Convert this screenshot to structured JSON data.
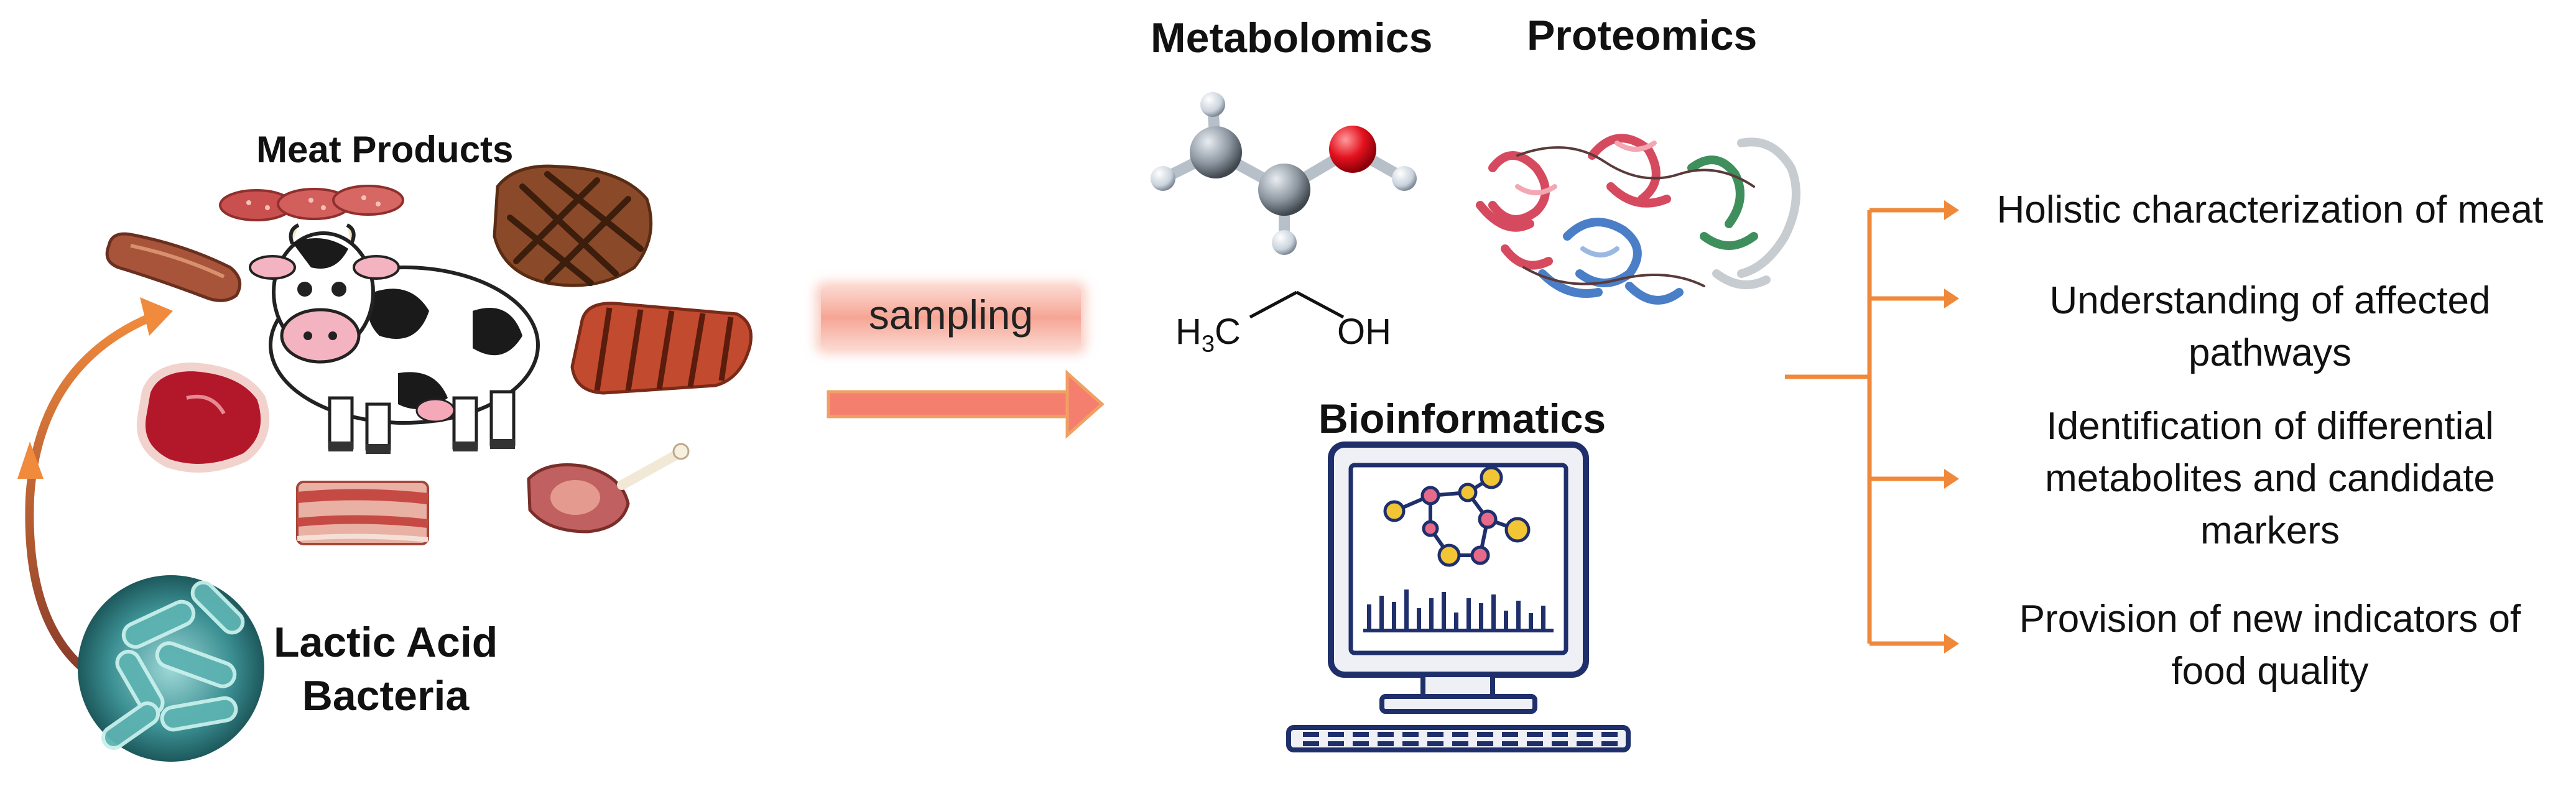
{
  "labels": {
    "metabolomics": "Metabolomics",
    "proteomics": "Proteomics",
    "meat_products": "Meat Products",
    "lab_line1": "Lactic Acid",
    "lab_line2": "Bacteria",
    "sampling": "sampling",
    "bioinformatics": "Bioinformatics"
  },
  "formula": {
    "h": "H",
    "sub": "3",
    "c": "C",
    "oh": "OH"
  },
  "outcomes": [
    {
      "line1": "Holistic characterization of meat",
      "line2": "",
      "line3": ""
    },
    {
      "line1": "Understanding of affected",
      "line2": "pathways",
      "line3": ""
    },
    {
      "line1": "Identification of differential",
      "line2": "metabolites and candidate",
      "line3": "markers"
    },
    {
      "line1": "Provision of new indicators of",
      "line2": "food quality",
      "line3": ""
    }
  ],
  "colors": {
    "arrow_orange": "#f0883a",
    "sampling_arrow": "#f07a6a",
    "monitor_blue": "#1f2f6b",
    "node_yellow": "#f2c535",
    "node_pink": "#e86a8a"
  }
}
